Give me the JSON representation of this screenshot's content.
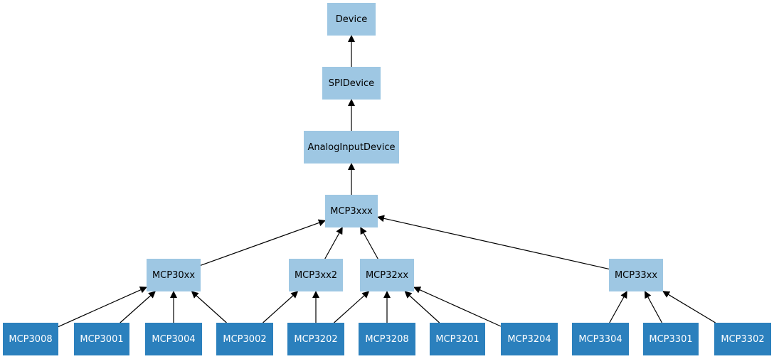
{
  "diagram": {
    "type": "class-hierarchy",
    "colors": {
      "abstract_fill": "#9ec7e3",
      "abstract_text": "#000000",
      "concrete_fill": "#2b80bd",
      "concrete_text": "#ffffff",
      "edge": "#000000"
    },
    "nodes": [
      {
        "id": "device",
        "label": "Device",
        "kind": "abstract"
      },
      {
        "id": "spidevice",
        "label": "SPIDevice",
        "kind": "abstract"
      },
      {
        "id": "analoginputdevice",
        "label": "AnalogInputDevice",
        "kind": "abstract"
      },
      {
        "id": "mcp3xxx",
        "label": "MCP3xxx",
        "kind": "abstract"
      },
      {
        "id": "mcp30xx",
        "label": "MCP30xx",
        "kind": "abstract"
      },
      {
        "id": "mcp3xx2",
        "label": "MCP3xx2",
        "kind": "abstract"
      },
      {
        "id": "mcp32xx",
        "label": "MCP32xx",
        "kind": "abstract"
      },
      {
        "id": "mcp33xx",
        "label": "MCP33xx",
        "kind": "abstract"
      },
      {
        "id": "mcp3008",
        "label": "MCP3008",
        "kind": "concrete"
      },
      {
        "id": "mcp3001",
        "label": "MCP3001",
        "kind": "concrete"
      },
      {
        "id": "mcp3004",
        "label": "MCP3004",
        "kind": "concrete"
      },
      {
        "id": "mcp3002",
        "label": "MCP3002",
        "kind": "concrete"
      },
      {
        "id": "mcp3202",
        "label": "MCP3202",
        "kind": "concrete"
      },
      {
        "id": "mcp3208",
        "label": "MCP3208",
        "kind": "concrete"
      },
      {
        "id": "mcp3201",
        "label": "MCP3201",
        "kind": "concrete"
      },
      {
        "id": "mcp3204",
        "label": "MCP3204",
        "kind": "concrete"
      },
      {
        "id": "mcp3304",
        "label": "MCP3304",
        "kind": "concrete"
      },
      {
        "id": "mcp3301",
        "label": "MCP3301",
        "kind": "concrete"
      },
      {
        "id": "mcp3302",
        "label": "MCP3302",
        "kind": "concrete"
      }
    ],
    "edges": [
      {
        "from": "spidevice",
        "to": "device"
      },
      {
        "from": "analoginputdevice",
        "to": "spidevice"
      },
      {
        "from": "mcp3xxx",
        "to": "analoginputdevice"
      },
      {
        "from": "mcp30xx",
        "to": "mcp3xxx"
      },
      {
        "from": "mcp3xx2",
        "to": "mcp3xxx"
      },
      {
        "from": "mcp32xx",
        "to": "mcp3xxx"
      },
      {
        "from": "mcp33xx",
        "to": "mcp3xxx"
      },
      {
        "from": "mcp3008",
        "to": "mcp30xx"
      },
      {
        "from": "mcp3001",
        "to": "mcp30xx"
      },
      {
        "from": "mcp3004",
        "to": "mcp30xx"
      },
      {
        "from": "mcp3002",
        "to": "mcp30xx"
      },
      {
        "from": "mcp3002",
        "to": "mcp3xx2"
      },
      {
        "from": "mcp3202",
        "to": "mcp3xx2"
      },
      {
        "from": "mcp3202",
        "to": "mcp32xx"
      },
      {
        "from": "mcp3208",
        "to": "mcp32xx"
      },
      {
        "from": "mcp3201",
        "to": "mcp32xx"
      },
      {
        "from": "mcp3204",
        "to": "mcp32xx"
      },
      {
        "from": "mcp3304",
        "to": "mcp33xx"
      },
      {
        "from": "mcp3301",
        "to": "mcp33xx"
      },
      {
        "from": "mcp3302",
        "to": "mcp33xx"
      }
    ]
  }
}
